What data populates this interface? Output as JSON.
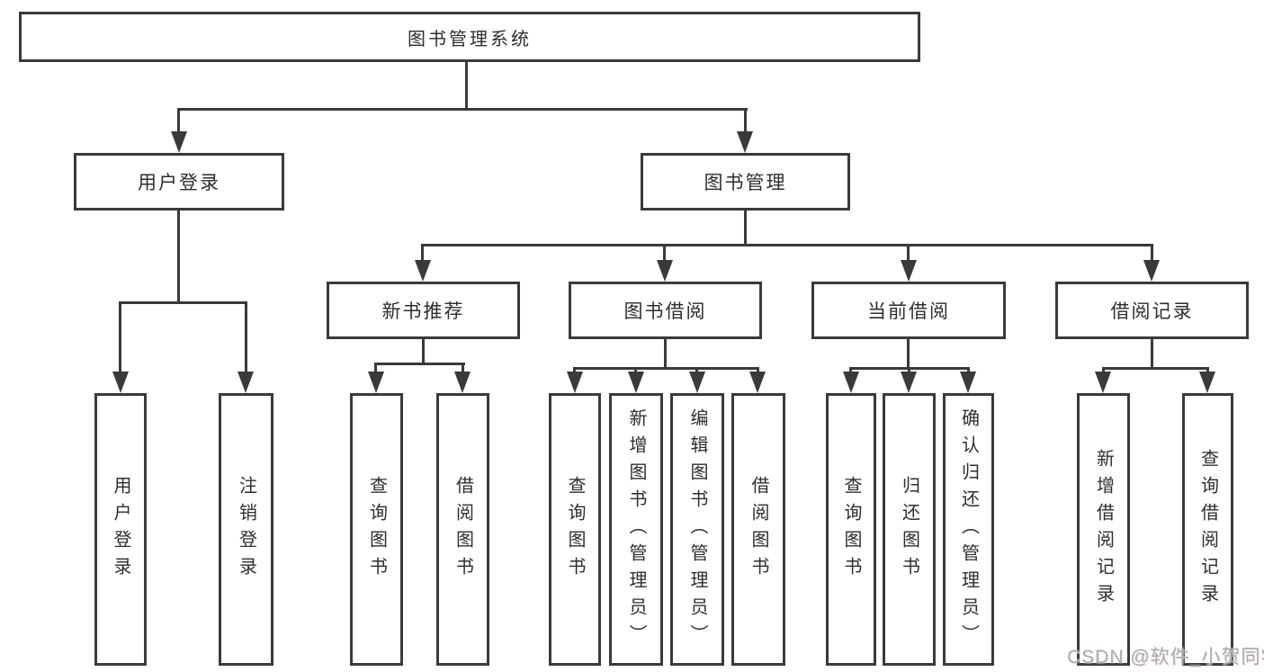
{
  "diagram": {
    "type": "hierarchy-tree",
    "watermark": "CSDN @软件_小贺同学",
    "colors": {
      "line": "#3a3a3a",
      "box_border": "#3a3a3a",
      "box_background": "#ffffff",
      "text": "#2e2e2e",
      "watermark_text": "#a9a9a9"
    },
    "tree": {
      "label": "图书管理系统",
      "children": [
        {
          "label": "用户登录",
          "children": [
            {
              "label": "用户登录"
            },
            {
              "label": "注销登录"
            }
          ]
        },
        {
          "label": "图书管理",
          "children": [
            {
              "label": "新书推荐",
              "children": [
                {
                  "label": "查询图书"
                },
                {
                  "label": "借阅图书"
                }
              ]
            },
            {
              "label": "图书借阅",
              "children": [
                {
                  "label": "查询图书"
                },
                {
                  "label": "新增图书（管理员）"
                },
                {
                  "label": "编辑图书（管理员）"
                },
                {
                  "label": "借阅图书"
                }
              ]
            },
            {
              "label": "当前借阅",
              "children": [
                {
                  "label": "查询图书"
                },
                {
                  "label": "归还图书"
                },
                {
                  "label": "确认归还（管理员）"
                }
              ]
            },
            {
              "label": "借阅记录",
              "children": [
                {
                  "label": "新增借阅记录"
                },
                {
                  "label": "查询借阅记录"
                }
              ]
            }
          ]
        }
      ]
    }
  }
}
